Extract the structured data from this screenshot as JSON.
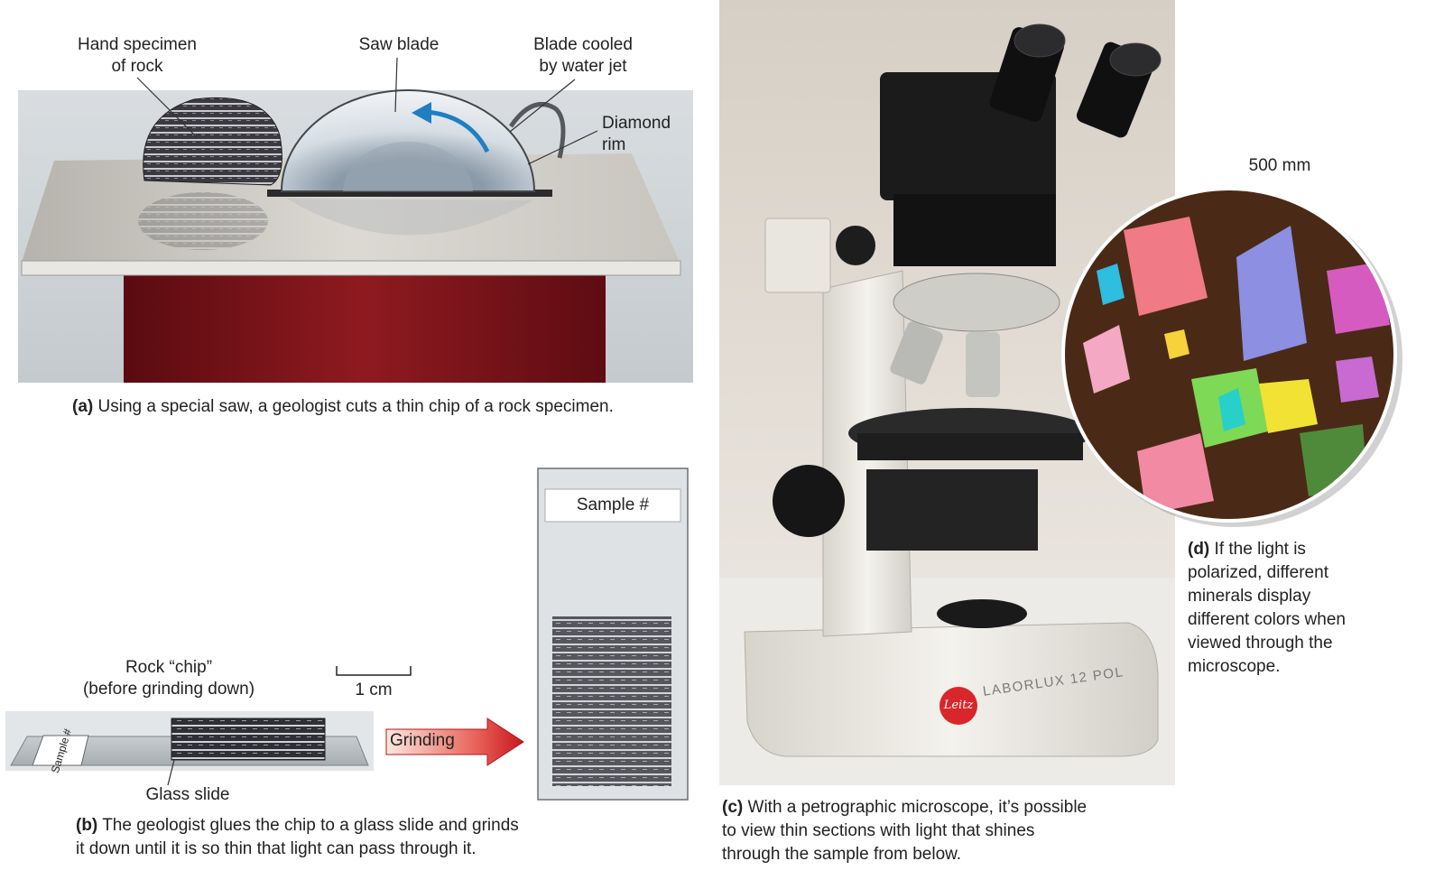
{
  "panel_a": {
    "labels": {
      "hand_specimen": [
        "Hand specimen",
        "of rock"
      ],
      "saw_blade": "Saw blade",
      "blade_cooled": [
        "Blade cooled",
        "by water jet"
      ],
      "diamond_rim": [
        "Diamond",
        "rim"
      ]
    },
    "caption_tag": "(a)",
    "caption_text": " Using a special saw, a geologist cuts a thin chip of a rock specimen."
  },
  "panel_b": {
    "labels": {
      "rock_chip": [
        "Rock “chip”",
        "(before grinding down)"
      ],
      "scale": "1 cm",
      "glass_slide": "Glass slide",
      "slide_tag": "Sample #",
      "grinding": "Grinding",
      "sample_label": "Sample #"
    },
    "caption_tag": "(b)",
    "caption_lines": [
      " The geologist glues the chip to a glass slide and grinds",
      "it down until it is so thin that light can pass through it."
    ]
  },
  "panel_c": {
    "brand": "Leitz",
    "model": "LABORLUX 12 POL",
    "caption_tag": "(c)",
    "caption_lines": [
      " With a petrographic microscope, it’s possible",
      "to view thin sections with light that shines",
      "through the sample from below."
    ]
  },
  "panel_d": {
    "scale": "500 mm",
    "caption_tag": "(d)",
    "caption_lines": [
      " If the light is",
      "polarized, different",
      "minerals display",
      "different colors when",
      "viewed through the",
      "microscope."
    ]
  },
  "colors": {
    "table_top": "#c9c6c0",
    "table_body": "#7a1117",
    "arrow_blue": "#1f7fc2",
    "grinding_red": "#d9262b",
    "panel_bg": "#dfe2e5"
  }
}
